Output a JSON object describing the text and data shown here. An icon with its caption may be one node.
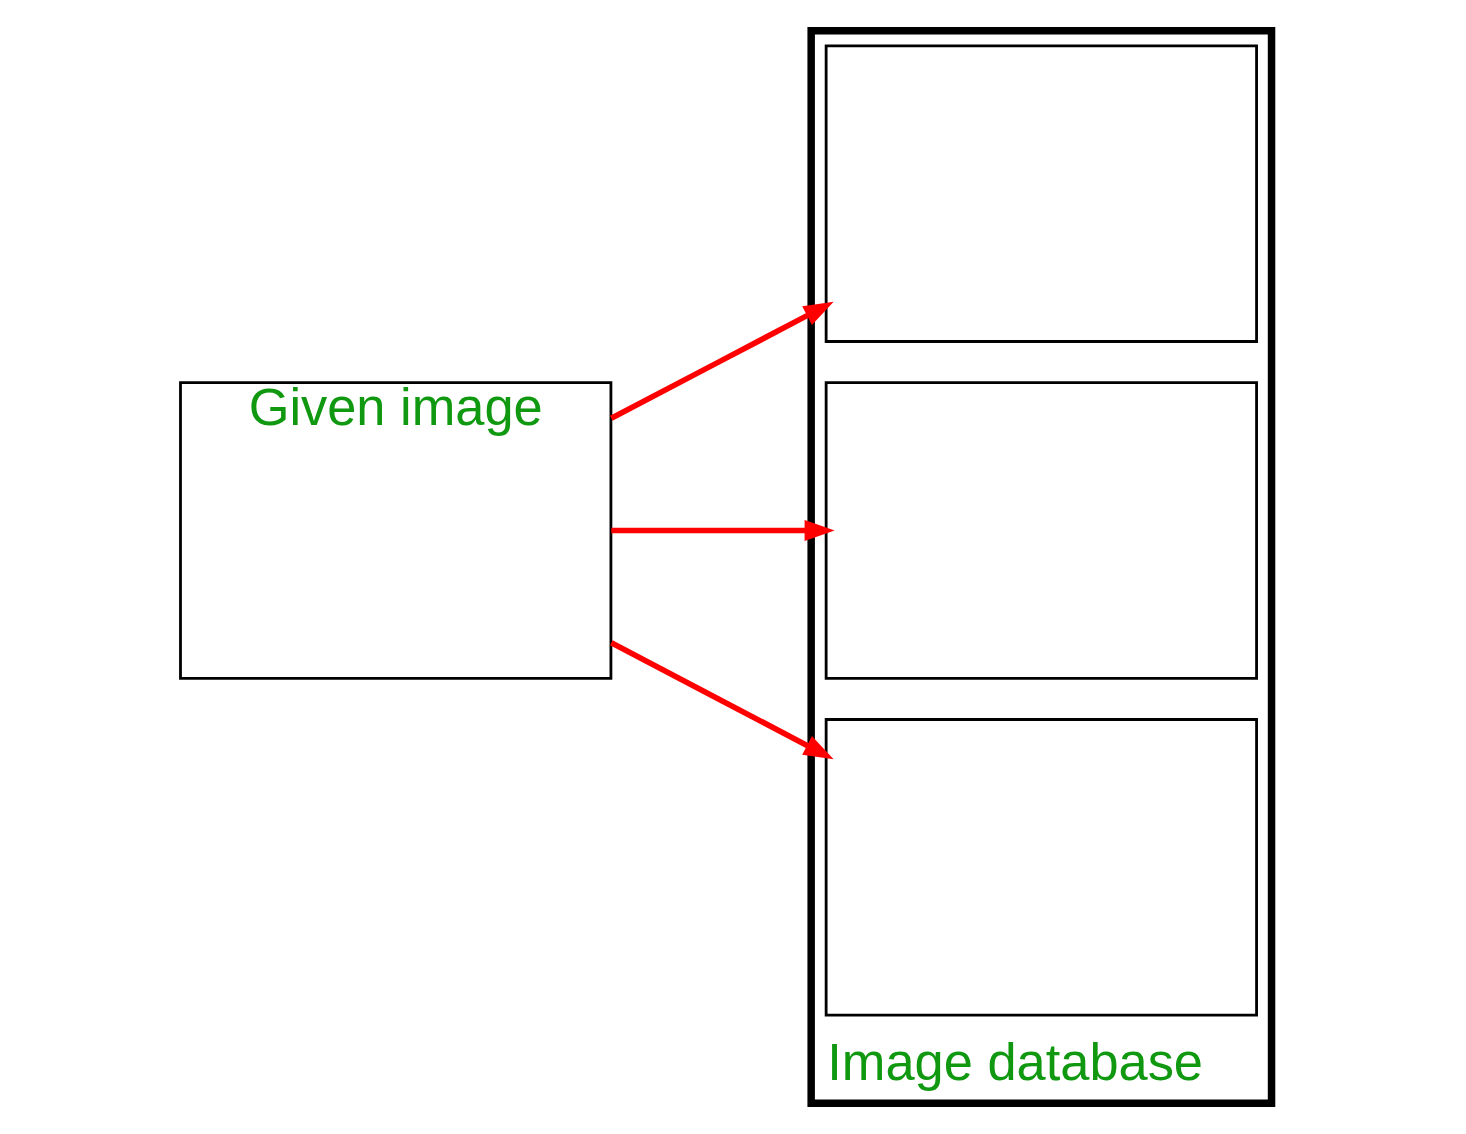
{
  "diagram": {
    "nodes": [
      {
        "text": [
          "Given image"
        ]
      },
      {
        "text": [
          "Image database"
        ]
      },
      {
        "text": [],
        "shape": "box",
        "in": 1
      },
      {
        "text": [],
        "shape": "box",
        "in": 1
      },
      {
        "text": [],
        "shape": "box",
        "in": 1
      }
    ],
    "edges": [
      {
        "from": 0,
        "to": 2,
        "arrow": "to"
      },
      {
        "from": 0,
        "to": 3,
        "arrow": "to"
      },
      {
        "from": 0,
        "to": 4,
        "arrow": "to"
      }
    ]
  }
}
